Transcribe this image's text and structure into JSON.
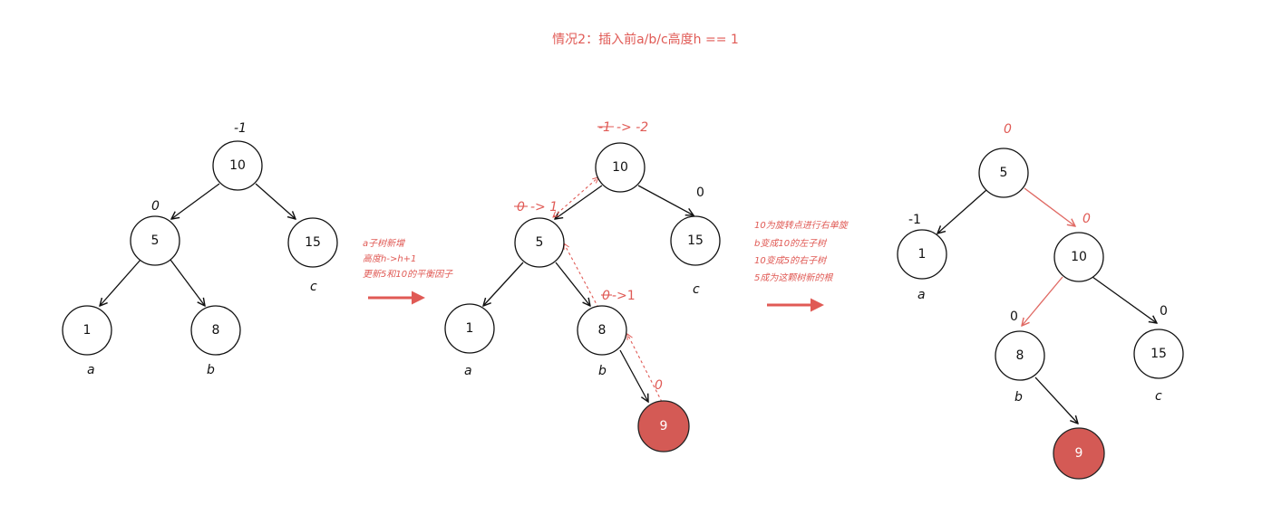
{
  "title": "情况2：插入前a/b/c高度h == 1",
  "colors": {
    "accent": "#e05a55",
    "new_node_fill": "#d45a55",
    "line": "#111111"
  },
  "tree1": {
    "nodes": {
      "n10": "10",
      "n5": "5",
      "n15": "15",
      "n1": "1",
      "n8": "8"
    },
    "bf": {
      "n10": "-1",
      "n5": "0"
    },
    "labels": {
      "a": "a",
      "b": "b",
      "c": "c"
    }
  },
  "note1": {
    "lines": [
      "a子树新增",
      "高度h->h+1",
      "更新5和10的平衡因子"
    ]
  },
  "tree2": {
    "nodes": {
      "n10": "10",
      "n5": "5",
      "n15": "15",
      "n1": "1",
      "n8": "8",
      "n9": "9"
    },
    "bf": {
      "n10_old": "-1",
      "n10_new": "-> -2",
      "n5_old": "0",
      "n5_new": "-> 1",
      "n8_old": "0",
      "n8_new": "->1",
      "n9": "0",
      "n15": "0"
    },
    "labels": {
      "a": "a",
      "b": "b",
      "c": "c"
    }
  },
  "note2": {
    "lines": [
      "10为旋转点进行右单旋",
      "b变成10的左子树",
      "10变成5的右子树",
      "5成为这颗树新的根"
    ]
  },
  "tree3": {
    "nodes": {
      "n5": "5",
      "n1": "1",
      "n10": "10",
      "n8": "8",
      "n15": "15",
      "n9": "9"
    },
    "bf": {
      "n5": "0",
      "n1": "-1",
      "n10": "0",
      "n8": "0",
      "n15": "0"
    },
    "labels": {
      "a": "a",
      "b": "b",
      "c": "c"
    }
  }
}
